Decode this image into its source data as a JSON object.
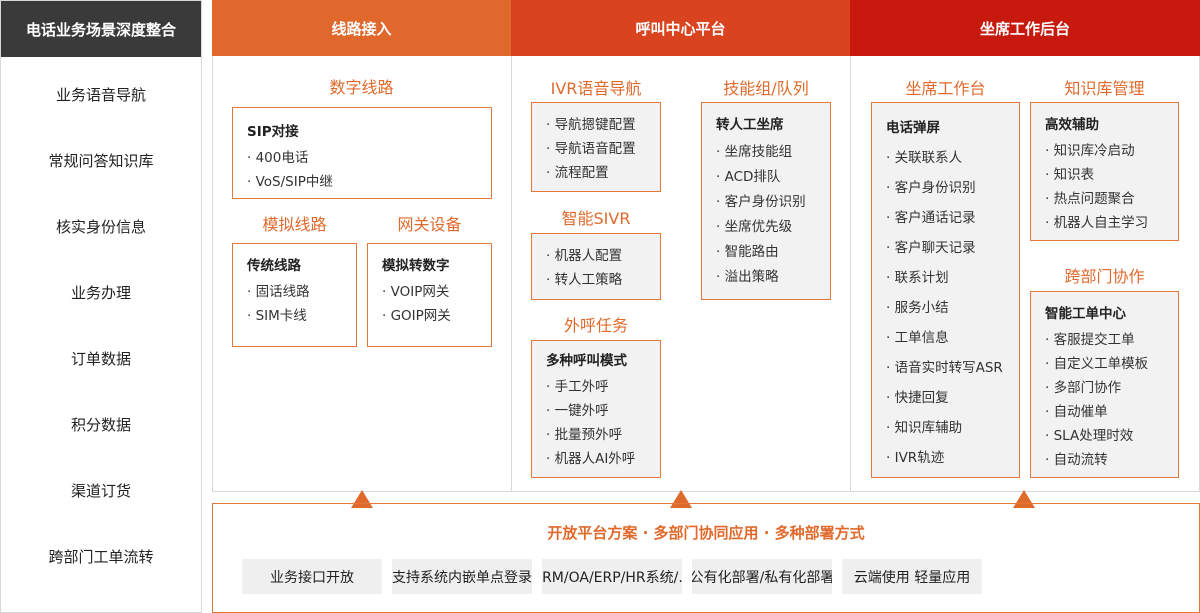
{
  "sidebar": {
    "title": "电话业务场景深度整合",
    "items": [
      "业务语音导航",
      "常规问答知识库",
      "核实身份信息",
      "业务办理",
      "订单数据",
      "积分数据",
      "渠道订货",
      "跨部门工单流转"
    ]
  },
  "columns": [
    {
      "label": "线路接入",
      "color": "#e0682c"
    },
    {
      "label": "呼叫中心平台",
      "color": "#d9431f"
    },
    {
      "label": "坐席工作后台",
      "color": "#c8190e"
    }
  ],
  "line_access": {
    "digital": {
      "title": "数字线路",
      "box_title": "SIP对接",
      "items": [
        "400电话",
        "VoS/SIP中继"
      ]
    },
    "analog": {
      "title": "模拟线路",
      "box_title": "传统线路",
      "items": [
        "固话线路",
        "SIM卡线"
      ]
    },
    "gateway": {
      "title": "网关设备",
      "box_title": "模拟转数字",
      "items": [
        "VOIP网关",
        "GOIP网关"
      ]
    }
  },
  "call_center": {
    "ivr": {
      "title": "IVR语音导航",
      "items": [
        "导航摁键配置",
        "导航语音配置",
        "流程配置"
      ]
    },
    "sivr": {
      "title": "智能SIVR",
      "items": [
        "机器人配置",
        "转人工策略"
      ]
    },
    "outbound": {
      "title": "外呼任务",
      "box_title": "多种呼叫模式",
      "items": [
        "手工外呼",
        "一键外呼",
        "批量预外呼",
        "机器人AI外呼"
      ]
    },
    "skills": {
      "title": "技能组/队列",
      "box_title": "转人工坐席",
      "items": [
        "坐席技能组",
        "ACD排队",
        "客户身份识别",
        "坐席优先级",
        "智能路由",
        "溢出策略"
      ]
    }
  },
  "agent_backend": {
    "workbench": {
      "title": "坐席工作台",
      "box_title": "电话弹屏",
      "items": [
        "关联联系人",
        "客户身份识别",
        "客户通话记录",
        "客户聊天记录",
        "联系计划",
        "服务小结",
        "工单信息",
        "语音实时转写ASR",
        "快捷回复",
        "知识库辅助",
        "IVR轨迹"
      ]
    },
    "knowledge": {
      "title": "知识库管理",
      "box_title": "高效辅助",
      "items": [
        "知识库冷启动",
        "知识表",
        "热点问题聚合",
        "机器人自主学习"
      ]
    },
    "cross": {
      "title": "跨部门协作",
      "box_title": "智能工单中心",
      "items": [
        "客服提交工单",
        "自定义工单模板",
        "多部门协作",
        "自动催单",
        "SLA处理时效",
        "自动流转"
      ]
    }
  },
  "bottom": {
    "title": "开放平台方案 · 多部门协同应用 · 多种部署方式",
    "pills": [
      "业务接口开放",
      "支持系统内嵌单点登录",
      "CRM/OA/ERP/HR系统/...",
      "公有化部署/私有化部署",
      "云端使用 轻量应用"
    ]
  }
}
